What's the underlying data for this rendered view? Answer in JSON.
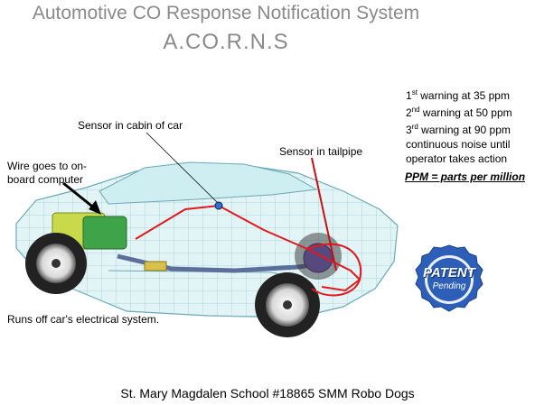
{
  "title": "Automotive CO Response Notification System",
  "subtitle": "A.CO.R.N.S",
  "labels": {
    "cabin_sensor": "Sensor in cabin of car",
    "tailpipe_sensor": "Sensor in  tailpipe",
    "wire": "Wire goes to on-board computer",
    "power": "Runs off car's electrical system."
  },
  "warnings": [
    {
      "num": "1",
      "sup": "st",
      "text": " warning at 35 ppm"
    },
    {
      "num": "2",
      "sup": "nd",
      "text": " warning at 50 ppm"
    },
    {
      "num": "3",
      "sup": "rd",
      "text": " warning at 90 ppm"
    }
  ],
  "continuous_noise": "continuous noise until operator takes action",
  "ppm_definition": "PPM = parts per million",
  "badge": {
    "main": "PATENT",
    "sub": "Pending",
    "color": "#1b4fa8"
  },
  "footer": "St. Mary Magdalen School  #18865 SMM Robo Dogs",
  "colors": {
    "wire": "#e0191c",
    "car_body": "#dff3f5",
    "car_grid": "#7ab8c4"
  }
}
